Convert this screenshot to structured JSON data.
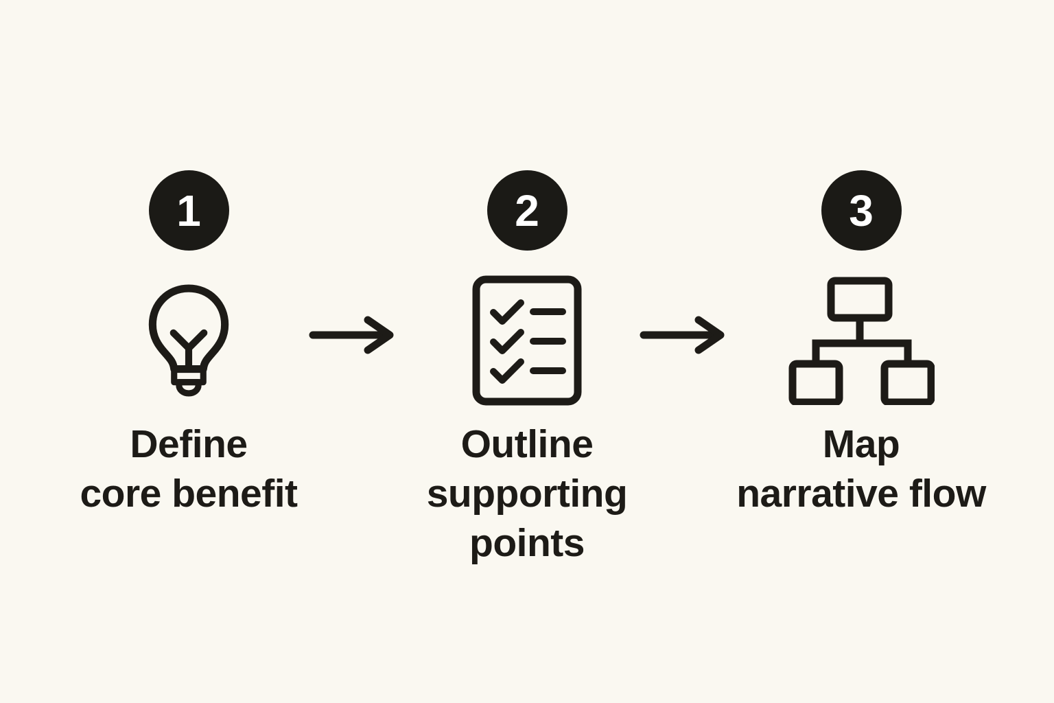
{
  "canvas": {
    "background_color": "#FAF8F1",
    "ink_color": "#1D1B17",
    "badge_color": "#1B1A16",
    "badge_text_color": "#FFFFFF"
  },
  "steps": [
    {
      "number": "1",
      "icon": "lightbulb-icon",
      "label": "Define core benefit",
      "lines": [
        "Define",
        "core benefit"
      ]
    },
    {
      "number": "2",
      "icon": "checklist-icon",
      "label": "Outline supporting points",
      "lines": [
        "Outline",
        "supporting",
        "points"
      ]
    },
    {
      "number": "3",
      "icon": "hierarchy-icon",
      "label": "Map narrative flow",
      "lines": [
        "Map",
        "narrative flow"
      ]
    }
  ],
  "arrows": [
    {
      "name": "right-arrow",
      "direction": "right"
    },
    {
      "name": "right-arrow",
      "direction": "right"
    }
  ]
}
